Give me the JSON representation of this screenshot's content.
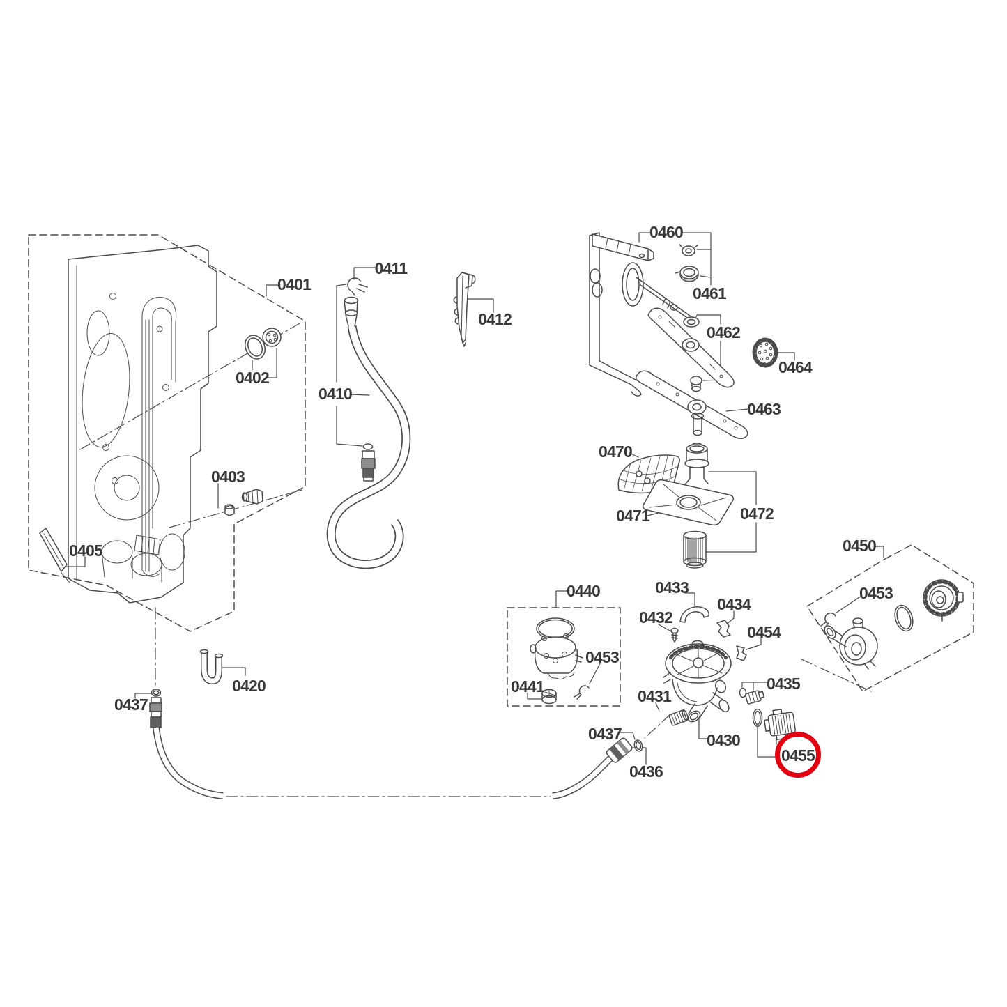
{
  "diagram": {
    "type": "exploded-parts-diagram",
    "subject": "dishwasher base and pump assembly",
    "highlighted_part": "0455",
    "colors": {
      "line": "#4a4a4a",
      "label": "#383838",
      "highlight": "#e30011",
      "background": "#ffffff"
    },
    "parts": {
      "0401": "0401",
      "0402": "0402",
      "0403": "0403",
      "0405": "0405",
      "0410": "0410",
      "0411": "0411",
      "0412": "0412",
      "0420": "0420",
      "0430": "0430",
      "0431": "0431",
      "0432": "0432",
      "0433": "0433",
      "0434": "0434",
      "0435": "0435",
      "0436": "0436",
      "0437": "0437",
      "0440": "0440",
      "0441": "0441",
      "0450": "0450",
      "0453": "0453",
      "0454": "0454",
      "0455": "0455",
      "0460": "0460",
      "0461": "0461",
      "0462": "0462",
      "0463": "0463",
      "0464": "0464",
      "0470": "0470",
      "0471": "0471",
      "0472": "0472"
    }
  }
}
